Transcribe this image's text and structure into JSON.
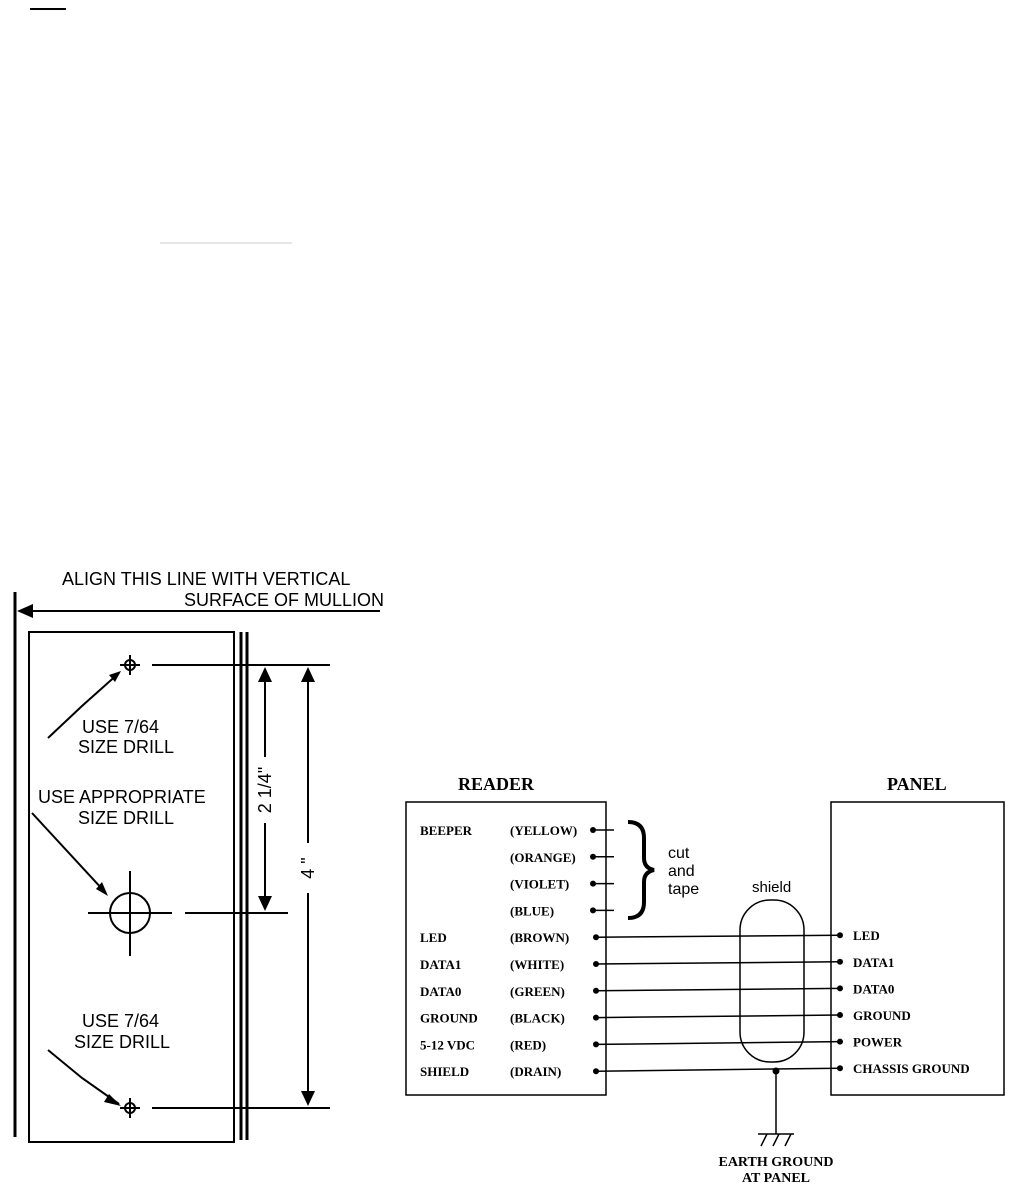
{
  "template": {
    "align_line_1": "ALIGN THIS LINE WITH VERTICAL",
    "align_line_2": "SURFACE OF MULLION",
    "drill_top_1": "USE 7/64",
    "drill_top_2": "SIZE DRILL",
    "drill_mid_1": "USE APPROPRIATE",
    "drill_mid_2": "SIZE DRILL",
    "drill_bottom_1": "USE 7/64",
    "drill_bottom_2": "SIZE DRILL",
    "dim_short": "2 1/4\"",
    "dim_long": "4 \""
  },
  "wiring": {
    "reader_title": "READER",
    "panel_title": "PANEL",
    "cut_1": "cut",
    "cut_2": "and",
    "cut_3": "tape",
    "shield_label": "shield",
    "earth_1": "EARTH  GROUND",
    "earth_2": "AT PANEL",
    "reader_rows": [
      {
        "signal": "BEEPER",
        "color": "(YELLOW)"
      },
      {
        "signal": "",
        "color": "(ORANGE)"
      },
      {
        "signal": "",
        "color": "(VIOLET)"
      },
      {
        "signal": "",
        "color": "(BLUE)"
      },
      {
        "signal": "LED",
        "color": "(BROWN)"
      },
      {
        "signal": "DATA1",
        "color": "(WHITE)"
      },
      {
        "signal": "DATA0",
        "color": "(GREEN)"
      },
      {
        "signal": "GROUND",
        "color": "(BLACK)"
      },
      {
        "signal": "5-12  VDC",
        "color": "(RED)"
      },
      {
        "signal": "SHIELD",
        "color": "(DRAIN)"
      }
    ],
    "panel_rows": [
      "LED",
      "DATA1",
      "DATA0",
      "GROUND",
      "POWER",
      "CHASSIS GROUND"
    ]
  }
}
